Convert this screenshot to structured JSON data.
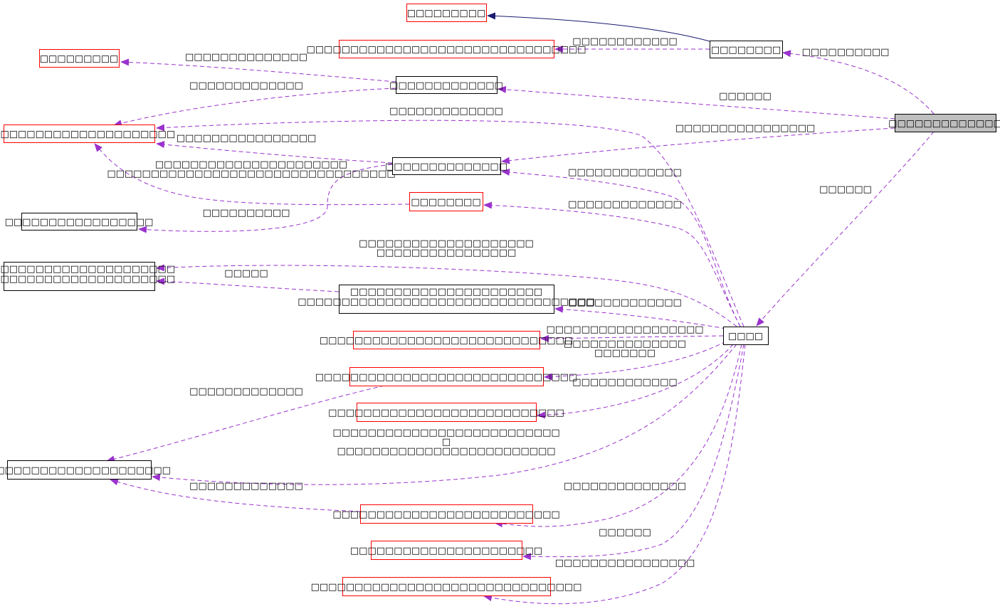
{
  "colors": {
    "background": "#ffffff",
    "node_border_normal": "#000000",
    "node_border_truncated": "#ff0000",
    "node_fill_focus": "#bfbfbf",
    "edge_usage": "#9a32cd",
    "edge_inheritance": "#191970"
  },
  "nodes": [
    {
      "id": "n_focus",
      "label": "□□□□□□□□□□□□□",
      "border": "normal",
      "focus": true
    },
    {
      "id": "n_top_red",
      "label": "□□□□□□□□□",
      "border": "truncated"
    },
    {
      "id": "n_long_red_1",
      "label": "□□□□□□□□□□□□□□□□□□□□□□□□□□□□□□□□",
      "border": "truncated"
    },
    {
      "id": "n_right_mid",
      "label": "□□□□□□□□",
      "border": "normal"
    },
    {
      "id": "n_left_red_small",
      "label": "□□□□□□□□□",
      "border": "truncated"
    },
    {
      "id": "n_center_a",
      "label": "□□□□□□□□□□□□□",
      "border": "normal"
    },
    {
      "id": "n_left_red_long",
      "label": "□□□□□□□□□□□□□□□□□□□□□□",
      "border": "truncated"
    },
    {
      "id": "n_center_b",
      "label": "□□□□□□□□□□□□□□",
      "border": "normal"
    },
    {
      "id": "n_center_red_small",
      "label": "□□□□□□□□",
      "border": "truncated"
    },
    {
      "id": "n_left_black_1",
      "label": "□□□□□□□□□□□□□□□□□",
      "border": "normal"
    },
    {
      "id": "n_left_black_2",
      "label": [
        "□□□□□□□□□□□□□□□□□□□□□□",
        "□□□□□□□□□□□□□□□□□□□□□□"
      ],
      "border": "normal"
    },
    {
      "id": "n_center_two_line",
      "label": [
        "□□□□□□□□□□□□□□□□□□□□□□",
        "□□□□□□□□□□□□□□□□□□□□□□□□□□□□□□□□□□"
      ],
      "border": "normal"
    },
    {
      "id": "n_hub",
      "label": "□□□□",
      "border": "normal"
    },
    {
      "id": "n_red_row_1",
      "label": "□□□□□□□□□□□□□□□□□□□□□□□□□□□□□",
      "border": "truncated"
    },
    {
      "id": "n_red_row_2",
      "label": "□□□□□□□□□□□□□□□□□□□□□□□□□□□□□□",
      "border": "truncated"
    },
    {
      "id": "n_red_row_3",
      "label": "□□□□□□□□□□□□□□□□□□□□□□□□□□□",
      "border": "truncated"
    },
    {
      "id": "n_left_black_3",
      "label": "□□□□□□□□□□□□□□□□□□□□□",
      "border": "normal"
    },
    {
      "id": "n_red_row_4",
      "label": "□□□□□□□□□□□□□□□□□□□□□□□□□□",
      "border": "truncated"
    },
    {
      "id": "n_red_row_5",
      "label": "□□□□□□□□□□□□□□□□□□□□□□",
      "border": "truncated"
    },
    {
      "id": "n_red_row_6",
      "label": "□□□□□□□□□□□□□□□□□□□□□□□□□□□□□□□",
      "border": "truncated"
    }
  ],
  "edges": [
    {
      "from": "n_right_mid",
      "to": "n_top_red",
      "kind": "inheritance",
      "label": []
    },
    {
      "from": "n_right_mid",
      "to": "n_long_red_1",
      "kind": "usage",
      "label": [
        "□□□□□□□□□□□□"
      ]
    },
    {
      "from": "n_focus",
      "to": "n_right_mid",
      "kind": "usage",
      "label": [
        "□□□□□□□□□□"
      ]
    },
    {
      "from": "n_center_a",
      "to": "n_left_red_small",
      "kind": "usage",
      "label": [
        "□□□□□□□□□□□□□□"
      ]
    },
    {
      "from": "n_center_a",
      "to": "n_left_red_long",
      "kind": "usage",
      "label": [
        "□□□□□□□□□□□□□"
      ]
    },
    {
      "from": "n_focus",
      "to": "n_center_a",
      "kind": "usage",
      "label": [
        "□□□□□□"
      ]
    },
    {
      "from": "n_hub",
      "to": "n_left_red_long",
      "kind": "usage",
      "label": [
        "□□□□□□□□□□□□□"
      ]
    },
    {
      "from": "n_focus",
      "to": "n_center_b",
      "kind": "usage",
      "label": [
        "□□□□□□□□□□□□□□□□"
      ]
    },
    {
      "from": "n_center_b",
      "to": "n_left_red_long",
      "kind": "usage",
      "label": [
        "□□□□□□□□□□□□□□□□"
      ]
    },
    {
      "from": "n_center_red_small",
      "to": "n_left_red_long",
      "kind": "usage",
      "label": [
        "□□□□□□□□□□□□□□□□□□□□□□",
        "□□□□□□□□□□□□□□□□□□□□□□□□□□□□□□□□□"
      ]
    },
    {
      "from": "n_center_b",
      "to": "n_left_black_1",
      "kind": "usage",
      "label": [
        "□□□□□□□□□□"
      ]
    },
    {
      "from": "n_hub",
      "to": "n_center_b",
      "kind": "usage",
      "label": [
        "□□□□□□□□□□□□□"
      ]
    },
    {
      "from": "n_hub",
      "to": "n_center_red_small",
      "kind": "usage",
      "label": [
        "□□□□□□□□□□□□□"
      ]
    },
    {
      "from": "n_focus",
      "to": "n_hub",
      "kind": "usage",
      "label": [
        "□□□□□□"
      ]
    },
    {
      "from": "n_hub",
      "to": "n_left_black_2",
      "kind": "usage",
      "label": [
        "□□□□□□□□□□□□□□□□□□□□",
        "□□□□□□□□□□□□□□□□"
      ]
    },
    {
      "from": "n_center_two_line",
      "to": "n_left_black_2",
      "kind": "usage",
      "label": [
        "□□□□□"
      ]
    },
    {
      "from": "n_hub",
      "to": "n_center_two_line",
      "kind": "usage",
      "label": [
        "□□□□□□□□□□□□□"
      ]
    },
    {
      "from": "n_hub",
      "to": "n_red_row_1",
      "kind": "usage",
      "label": [
        "□□□□□□□□□□□□□□□□□□"
      ]
    },
    {
      "from": "n_hub",
      "to": "n_red_row_2",
      "kind": "usage",
      "label": [
        "□□□□□□□□□□□□□□",
        "□□□□□□□"
      ]
    },
    {
      "from": "n_hub",
      "to": "n_red_row_3",
      "kind": "usage",
      "label": [
        "□□□□□□□□□□□□"
      ]
    },
    {
      "from": "n_red_row_2",
      "to": "n_left_black_3",
      "kind": "usage",
      "label": [
        "□□□□□□□□□□□□□"
      ]
    },
    {
      "from": "n_hub",
      "to": "n_left_black_3",
      "kind": "usage",
      "label": [
        "□□□□□□□□□□□□□□□□□□□□□□□□□□",
        "□",
        "□□□□□□□□□□□□□□□□□□□□□□□□□"
      ]
    },
    {
      "from": "n_red_row_4",
      "to": "n_left_black_3",
      "kind": "usage",
      "label": [
        "□□□□□□□□□□□□□"
      ]
    },
    {
      "from": "n_hub",
      "to": "n_red_row_4",
      "kind": "usage",
      "label": [
        "□□□□□□□□□□□□□□"
      ]
    },
    {
      "from": "n_hub",
      "to": "n_red_row_5",
      "kind": "usage",
      "label": [
        "□□□□□□"
      ]
    },
    {
      "from": "n_hub",
      "to": "n_red_row_6",
      "kind": "usage",
      "label": [
        "□□□□□□□□□□□□□□□□"
      ]
    }
  ]
}
